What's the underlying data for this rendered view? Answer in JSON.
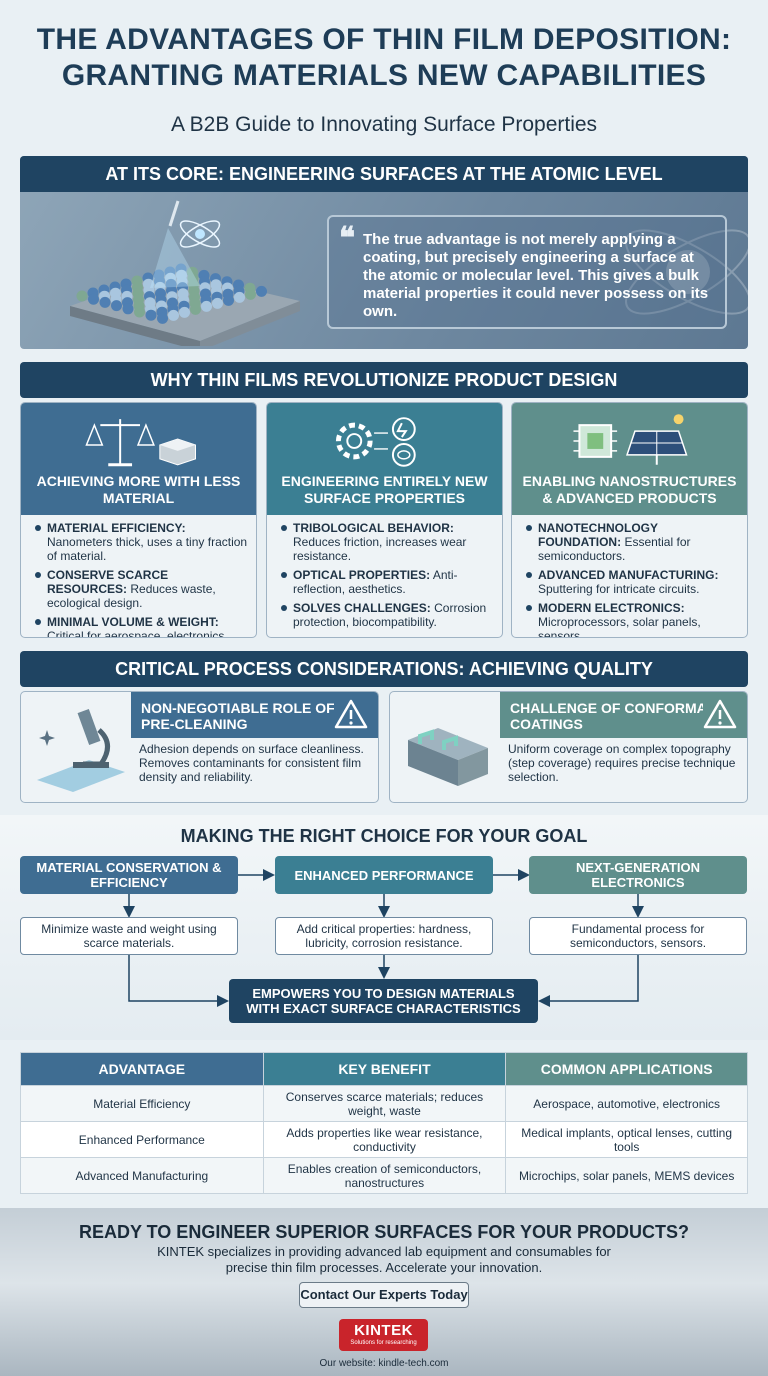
{
  "header": {
    "title_line1": "THE ADVANTAGES OF THIN FILM DEPOSITION:",
    "title_line2": "GRANTING MATERIALS NEW CAPABILITIES",
    "subtitle": "A B2B Guide to Innovating Surface Properties"
  },
  "core": {
    "heading": "AT ITS CORE: ENGINEERING SURFACES AT THE ATOMIC LEVEL",
    "quote_mark": "❝",
    "quote": "The true advantage is not merely applying a coating, but precisely engineering a surface at the atomic or molecular level. This gives a bulk material properties it could never possess on its own."
  },
  "why": {
    "heading": "WHY THIN FILMS REVOLUTIONIZE PRODUCT DESIGN",
    "cards": [
      {
        "title": "ACHIEVING MORE WITH LESS MATERIAL",
        "icon": "scale-icon",
        "color": "#3f6d92",
        "items": [
          {
            "term": "Material efficiency:",
            "text": "Nanometers thick, uses a tiny fraction of material."
          },
          {
            "term": "Conserve scarce resources:",
            "text": "Reduces waste, ecological design."
          },
          {
            "term": "Minimal volume & weight:",
            "text": "Critical for aerospace, electronics."
          }
        ]
      },
      {
        "title": "ENGINEERING ENTIRELY NEW SURFACE PROPERTIES",
        "icon": "gear-icon",
        "color": "#3b7f93",
        "items": [
          {
            "term": "Tribological behavior:",
            "text": "Reduces friction, increases wear resistance."
          },
          {
            "term": "Optical properties:",
            "text": "Anti-reflection, aesthetics."
          },
          {
            "term": "Solves challenges:",
            "text": "Corrosion protection, biocompatibility."
          }
        ]
      },
      {
        "title": "ENABLING NANOSTRUCTURES & ADVANCED PRODUCTS",
        "icon": "chip-icon",
        "color": "#5f8f8c",
        "items": [
          {
            "term": "Nanotechnology foundation:",
            "text": "Essential for semiconductors."
          },
          {
            "term": "Advanced manufacturing:",
            "text": "Sputtering for intricate circuits."
          },
          {
            "term": "Modern electronics:",
            "text": "Microprocessors, solar panels, sensors."
          }
        ]
      }
    ]
  },
  "critical": {
    "heading": "CRITICAL PROCESS CONSIDERATIONS: ACHIEVING QUALITY",
    "items": [
      {
        "title": "NON-NEGOTIABLE ROLE OF PRE-CLEANING",
        "text": "Adhesion depends on surface cleanliness. Removes contaminants for consistent film density and reliability.",
        "color": "#3f6d92"
      },
      {
        "title": "CHALLENGE OF CONFORMAL COATINGS",
        "text": "Uniform coverage on complex topography (step coverage) requires precise technique selection.",
        "color": "#5f8f8c"
      }
    ]
  },
  "choice": {
    "heading": "MAKING THE RIGHT CHOICE FOR YOUR GOAL",
    "goals": [
      {
        "label": "MATERIAL CONSERVATION & EFFICIENCY",
        "desc": "Minimize waste and weight using scarce materials.",
        "color": "#3f6d92"
      },
      {
        "label": "ENHANCED PERFORMANCE",
        "desc": "Add critical properties: hardness, lubricity, corrosion resistance.",
        "color": "#3b7f93"
      },
      {
        "label": "NEXT-GENERATION ELECTRONICS",
        "desc": "Fundamental process for semiconductors, sensors.",
        "color": "#5f8f8c"
      }
    ],
    "result": "EMPOWERS YOU TO DESIGN MATERIALS WITH EXACT SURFACE CHARACTERISTICS"
  },
  "table": {
    "headers": [
      "ADVANTAGE",
      "KEY BENEFIT",
      "COMMON APPLICATIONS"
    ],
    "header_colors": [
      "#3f6d92",
      "#3b7f93",
      "#5f8f8c"
    ],
    "rows": [
      [
        "Material Efficiency",
        "Conserves scarce materials; reduces weight, waste",
        "Aerospace, automotive, electronics"
      ],
      [
        "Enhanced Performance",
        "Adds properties like wear resistance, conductivity",
        "Medical implants, optical lenses, cutting tools"
      ],
      [
        "Advanced Manufacturing",
        "Enables creation of semiconductors, nanostructures",
        "Microchips, solar panels, MEMS devices"
      ]
    ]
  },
  "cta": {
    "title": "READY TO ENGINEER SUPERIOR SURFACES FOR YOUR PRODUCTS?",
    "text": "KINTEK specializes in providing advanced lab equipment and consumables for precise thin film processes. Accelerate your innovation.",
    "button": "Contact Our Experts Today",
    "logo": "KINTEK",
    "logo_tagline": "Solutions for researching",
    "website": "Our website: kindle-tech.com"
  }
}
